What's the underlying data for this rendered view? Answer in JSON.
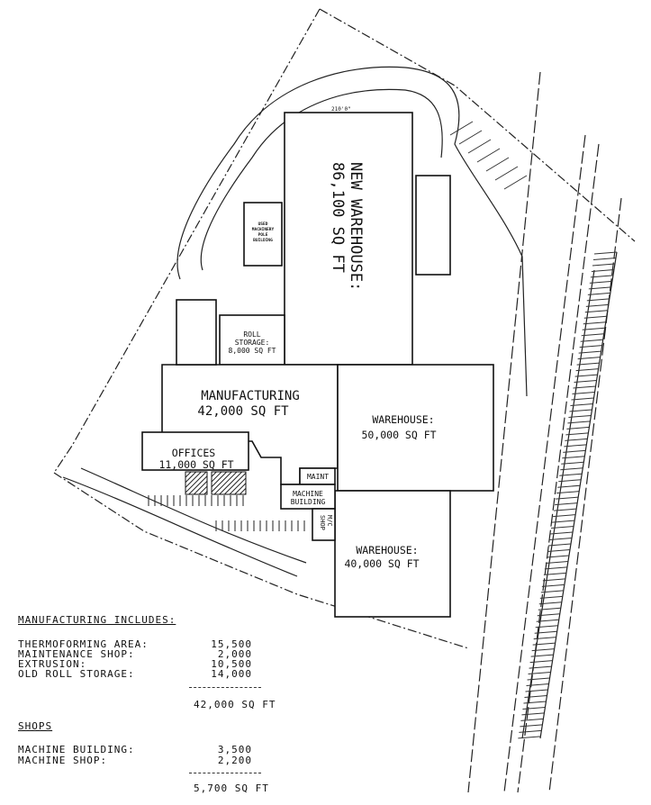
{
  "buildings": {
    "new_warehouse": {
      "name": "NEW WAREHOUSE:",
      "area": "86,100 SQ FT",
      "dimension": "210'0\""
    },
    "used_machinery": {
      "line1": "USED",
      "line2": "MACHINERY",
      "line3": "POLE",
      "line4": "BUILDING"
    },
    "roll_storage": {
      "line1": "ROLL",
      "line2": "STORAGE:",
      "area": "8,000 SQ FT"
    },
    "manufacturing": {
      "name": "MANUFACTURING",
      "area": "42,000 SQ FT"
    },
    "warehouse_50": {
      "name": "WAREHOUSE:",
      "area": "50,000 SQ FT"
    },
    "offices": {
      "name": "OFFICES",
      "area": "11,000 SQ FT"
    },
    "maint": {
      "name": "MAINT"
    },
    "machine_building": {
      "line1": "MACHINE",
      "line2": "BUILDING"
    },
    "mc_shop": {
      "line1": "M/C",
      "line2": "SHOP"
    },
    "warehouse_40": {
      "name": "WAREHOUSE:",
      "area": "40,000 SQ FT"
    }
  },
  "legend": {
    "manufacturing_heading": "MANUFACTURING INCLUDES:",
    "manufacturing_items": [
      {
        "label": "THERMOFORMING AREA:",
        "value": "15,500"
      },
      {
        "label": "MAINTENANCE SHOP:",
        "value": "2,000"
      },
      {
        "label": "EXTRUSION:",
        "value": "10,500"
      },
      {
        "label": "OLD ROLL STORAGE:",
        "value": "14,000"
      }
    ],
    "manufacturing_total": "42,000 SQ FT",
    "shops_heading": "SHOPS",
    "shops_items": [
      {
        "label": "MACHINE BUILDING:",
        "value": "3,500"
      },
      {
        "label": "MACHINE SHOP:",
        "value": "2,200"
      }
    ],
    "shops_total": "5,700 SQ FT"
  }
}
